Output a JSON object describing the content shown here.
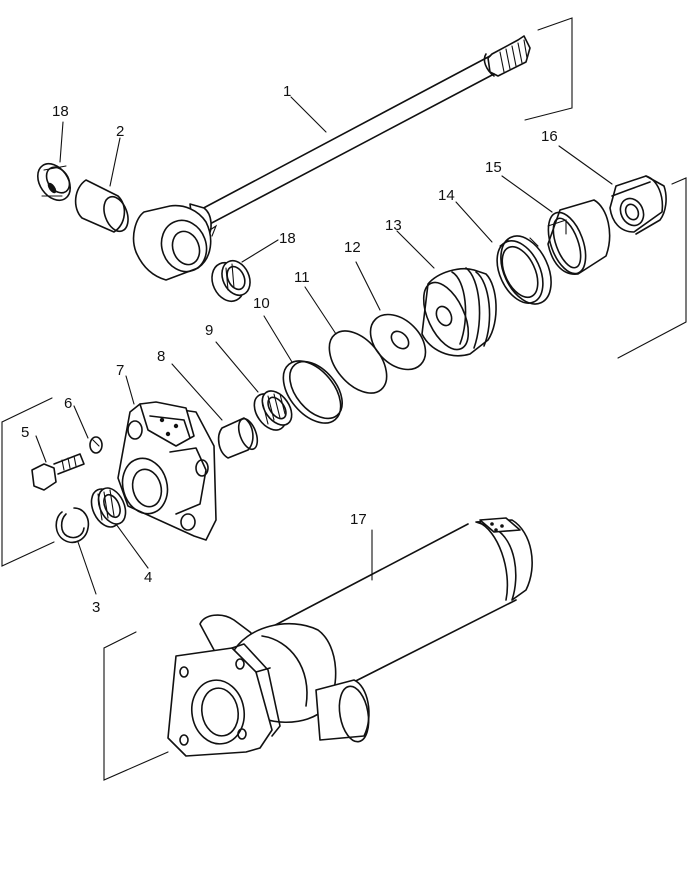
{
  "diagram": {
    "callouts": [
      {
        "id": "c1",
        "text": "1"
      },
      {
        "id": "c2",
        "text": "2"
      },
      {
        "id": "c3",
        "text": "3"
      },
      {
        "id": "c4",
        "text": "4"
      },
      {
        "id": "c5",
        "text": "5"
      },
      {
        "id": "c6",
        "text": "6"
      },
      {
        "id": "c7",
        "text": "7"
      },
      {
        "id": "c8",
        "text": "8"
      },
      {
        "id": "c9",
        "text": "9"
      },
      {
        "id": "c10",
        "text": "10"
      },
      {
        "id": "c11",
        "text": "11"
      },
      {
        "id": "c12",
        "text": "12"
      },
      {
        "id": "c13",
        "text": "13"
      },
      {
        "id": "c14",
        "text": "14"
      },
      {
        "id": "c15",
        "text": "15"
      },
      {
        "id": "c16",
        "text": "16"
      },
      {
        "id": "c17",
        "text": "17"
      },
      {
        "id": "c18a",
        "text": "18"
      },
      {
        "id": "c18b",
        "text": "18"
      }
    ]
  }
}
